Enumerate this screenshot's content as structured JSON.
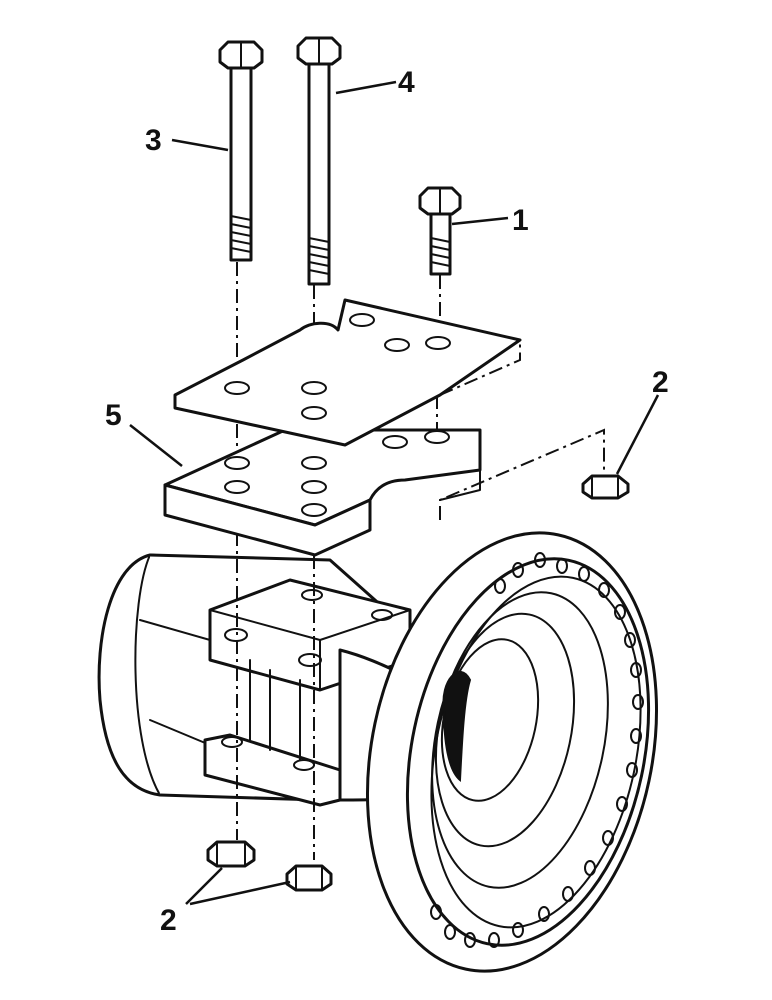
{
  "callouts": {
    "one": "1",
    "two_right": "2",
    "two_bottom": "2",
    "three": "3",
    "four": "4",
    "five": "5"
  },
  "colors": {
    "ink": "#111111",
    "paper": "#ffffff"
  }
}
